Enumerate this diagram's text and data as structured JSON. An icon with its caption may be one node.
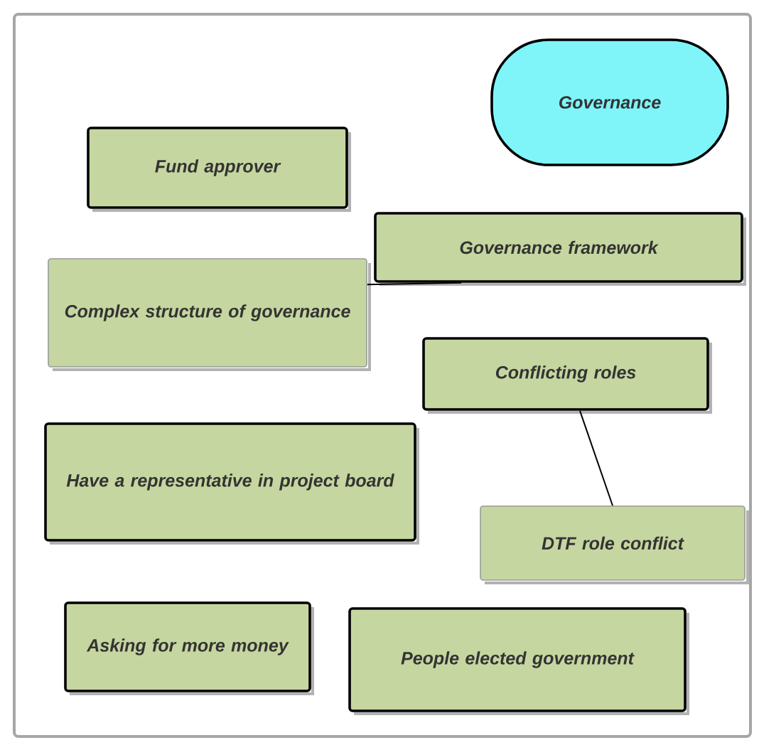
{
  "diagram": {
    "nodes": [
      {
        "text": [
          "Governance"
        ]
      },
      {
        "text": [
          "Fund approver"
        ]
      },
      {
        "text": [
          "Governance framework"
        ]
      },
      {
        "text": [
          "Complex structure of governance"
        ]
      },
      {
        "text": [
          "Conflicting roles"
        ]
      },
      {
        "text": [
          "Have a representative in project board"
        ]
      },
      {
        "text": [
          "DTF role conflict"
        ]
      },
      {
        "text": [
          "Asking for more money"
        ]
      },
      {
        "text": [
          "People elected government"
        ]
      }
    ],
    "edges": [
      {
        "from": 3,
        "to": 2,
        "arrow": "none"
      },
      {
        "from": 4,
        "to": 6,
        "arrow": "none"
      }
    ]
  }
}
